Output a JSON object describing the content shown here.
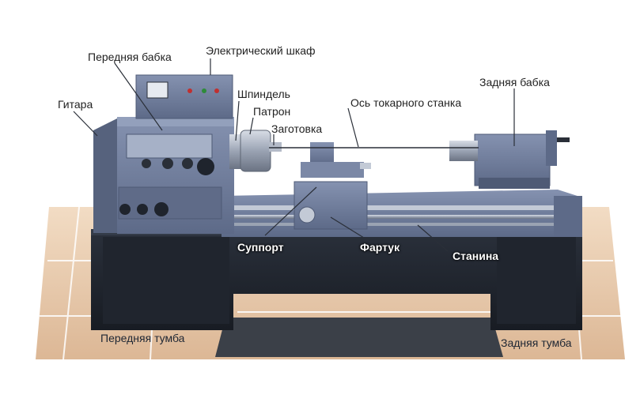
{
  "diagram": {
    "labels": {
      "headstock": "Передняя бабка",
      "electrical_cabinet": "Электрический шкаф",
      "gearbox_guitar": "Гитара",
      "spindle": "Шпиндель",
      "chuck": "Патрон",
      "workpiece": "Заготовка",
      "lathe_axis": "Ось токарного станка",
      "tailstock": "Задняя бабка",
      "carriage_support": "Суппорт",
      "apron": "Фартук",
      "bed": "Станина",
      "front_pedestal": "Передняя тумба",
      "rear_pedestal": "Задняя тумба"
    },
    "colors": {
      "machine_body": "#6f7d9c",
      "machine_dark": "#4e5a75",
      "base": "#1f242d",
      "floor": "#e7c7a6",
      "mat": "#3b4048",
      "leader_line": "#2a2f38"
    }
  }
}
